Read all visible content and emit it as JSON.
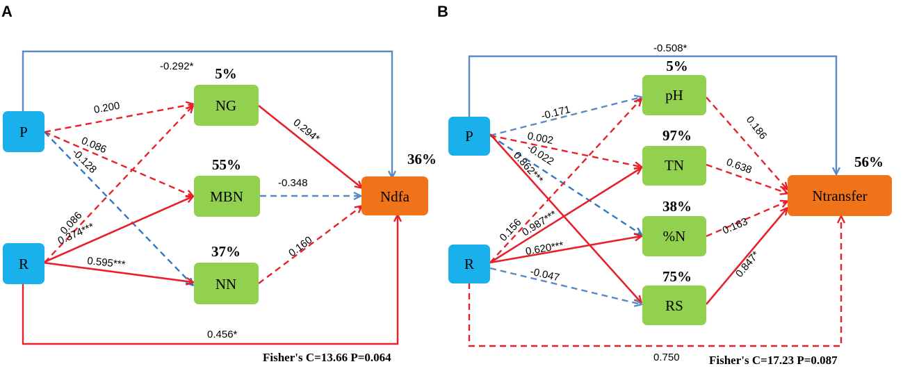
{
  "colors": {
    "exogenous": "#1ab0ec",
    "mediator": "#92d050",
    "response": "#f07219",
    "positive": "#e8202a",
    "negative_solid": "#5a8ac6",
    "negative_dashed": "#2f78c4"
  },
  "panels": [
    {
      "letter": "A",
      "nodes": {
        "P": {
          "label": "P"
        },
        "R": {
          "label": "R"
        },
        "NG": {
          "label": "NG",
          "r2": "5%"
        },
        "MBN": {
          "label": "MBN",
          "r2": "55%"
        },
        "NN": {
          "label": "NN",
          "r2": "37%"
        },
        "Ndfa": {
          "label": "Ndfa",
          "r2": "36%"
        }
      },
      "paths": [
        {
          "from": "P",
          "to": "Ndfa",
          "coef": "-0.292*",
          "sign": "negative",
          "significant": true
        },
        {
          "from": "P",
          "to": "NG",
          "coef": "0.200",
          "sign": "positive",
          "significant": false
        },
        {
          "from": "P",
          "to": "MBN",
          "coef": "0.086",
          "sign": "positive",
          "significant": false
        },
        {
          "from": "P",
          "to": "NN",
          "coef": "-0.128",
          "sign": "negative",
          "significant": false
        },
        {
          "from": "R",
          "to": "NG",
          "coef": "0.086",
          "sign": "positive",
          "significant": false
        },
        {
          "from": "R",
          "to": "MBN",
          "coef": "0.374***",
          "sign": "positive",
          "significant": true
        },
        {
          "from": "R",
          "to": "NN",
          "coef": "0.595***",
          "sign": "positive",
          "significant": true
        },
        {
          "from": "R",
          "to": "Ndfa",
          "coef": "0.456*",
          "sign": "positive",
          "significant": true
        },
        {
          "from": "NG",
          "to": "Ndfa",
          "coef": "0.294*",
          "sign": "positive",
          "significant": true
        },
        {
          "from": "MBN",
          "to": "Ndfa",
          "coef": "-0.348",
          "sign": "negative",
          "significant": false
        },
        {
          "from": "NN",
          "to": "Ndfa",
          "coef": "0.160",
          "sign": "positive",
          "significant": false
        }
      ],
      "fisher": "Fisher's C=13.66  P=0.064"
    },
    {
      "letter": "B",
      "nodes": {
        "P": {
          "label": "P"
        },
        "R": {
          "label": "R"
        },
        "pH": {
          "label": "pH",
          "r2": "5%"
        },
        "TN": {
          "label": "TN",
          "r2": "97%"
        },
        "N": {
          "label": "%N",
          "r2": "38%"
        },
        "RS": {
          "label": "RS",
          "r2": "75%"
        },
        "Ntransfer": {
          "label": "Ntransfer",
          "r2": "56%"
        }
      },
      "paths": [
        {
          "from": "P",
          "to": "Ntransfer",
          "coef": "-0.508*",
          "sign": "negative",
          "significant": true
        },
        {
          "from": "P",
          "to": "pH",
          "coef": "-0.171",
          "sign": "negative",
          "significant": false
        },
        {
          "from": "P",
          "to": "TN",
          "coef": "0.002",
          "sign": "positive",
          "significant": false
        },
        {
          "from": "P",
          "to": "N",
          "coef": "-0.022",
          "sign": "negative",
          "significant": false
        },
        {
          "from": "P",
          "to": "RS",
          "coef": "0.862***",
          "sign": "positive",
          "significant": true
        },
        {
          "from": "R",
          "to": "pH",
          "coef": "0.156",
          "sign": "positive",
          "significant": false
        },
        {
          "from": "R",
          "to": "TN",
          "coef": "0.987***",
          "sign": "positive",
          "significant": true
        },
        {
          "from": "R",
          "to": "N",
          "coef": "0.620***",
          "sign": "positive",
          "significant": true
        },
        {
          "from": "R",
          "to": "RS",
          "coef": "-0.047",
          "sign": "negative",
          "significant": false
        },
        {
          "from": "R",
          "to": "Ntransfer",
          "coef": "0.750",
          "sign": "positive",
          "significant": false
        },
        {
          "from": "pH",
          "to": "Ntransfer",
          "coef": "0.186",
          "sign": "positive",
          "significant": false
        },
        {
          "from": "TN",
          "to": "Ntransfer",
          "coef": "0.638",
          "sign": "positive",
          "significant": false
        },
        {
          "from": "N",
          "to": "Ntransfer",
          "coef": "0.163",
          "sign": "positive",
          "significant": false
        },
        {
          "from": "RS",
          "to": "Ntransfer",
          "coef": "0.847*",
          "sign": "positive",
          "significant": true
        }
      ],
      "fisher": "Fisher's C=17.23  P=0.087"
    }
  ]
}
